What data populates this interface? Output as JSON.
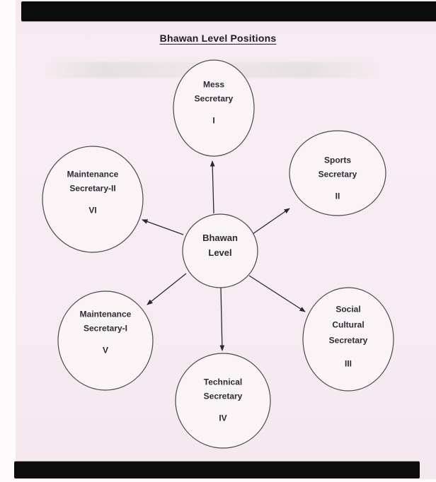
{
  "page": {
    "title": "Bhawan Level Positions"
  },
  "colors": {
    "page_tint": "#f6ebf1",
    "ink": "#2b2b33",
    "scan_bar": "#0d0c0d",
    "ellipse_stroke": "#4a4a4e"
  },
  "diagram": {
    "center": {
      "line1": "Bhawan",
      "line2": "Level"
    },
    "nodes": {
      "mess": {
        "line1": "Mess",
        "line2": "Secretary",
        "numeral": "I"
      },
      "sports": {
        "line1": "Sports",
        "line2": "Secretary",
        "numeral": "II"
      },
      "social": {
        "line1": "Social",
        "line2": "Cultural",
        "line3": "Secretary",
        "numeral": "III"
      },
      "technical": {
        "line1": "Technical",
        "line2": "Secretary",
        "numeral": "IV"
      },
      "maint1": {
        "line1": "Maintenance",
        "line2": "Secretary-I",
        "numeral": "V"
      },
      "maint2": {
        "line1": "Maintenance",
        "line2": "Secretary-II",
        "numeral": "VI"
      }
    }
  }
}
